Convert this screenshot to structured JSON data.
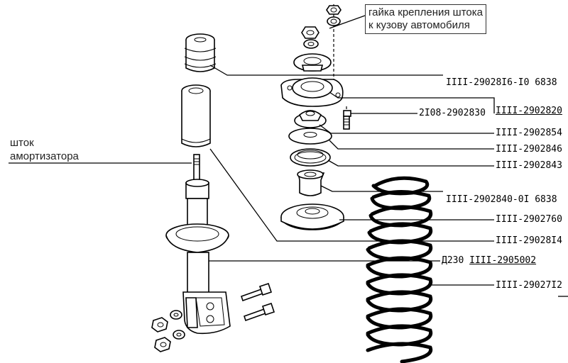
{
  "callouts": {
    "nut_label": "гайка крепления штока\nк кузову автомобиля",
    "rod_label": "шток\nамортизатора"
  },
  "part_numbers": [
    {
      "id": "boot-bumper",
      "text": "IIII-29028I6-I0 6838",
      "underlined": false,
      "prefix": ""
    },
    {
      "id": "bolt",
      "text": "2I08-2902830",
      "underlined": false,
      "prefix": ""
    },
    {
      "id": "top-mount-assembly",
      "text": "IIII-2902820",
      "underlined": true,
      "prefix": ""
    },
    {
      "id": "mount-cushion",
      "text": "IIII-2902854",
      "underlined": false,
      "prefix": ""
    },
    {
      "id": "washer",
      "text": "IIII-2902846",
      "underlined": false,
      "prefix": ""
    },
    {
      "id": "bearing",
      "text": "IIII-2902843",
      "underlined": false,
      "prefix": ""
    },
    {
      "id": "bump-stop",
      "text": "IIII-2902840-0I 6838",
      "underlined": false,
      "prefix": ""
    },
    {
      "id": "spring-seat",
      "text": "IIII-2902760",
      "underlined": false,
      "prefix": ""
    },
    {
      "id": "dust-cover",
      "text": "IIII-29028I4",
      "underlined": false,
      "prefix": ""
    },
    {
      "id": "strut",
      "text": "IIII-2905002",
      "underlined": true,
      "prefix": "Д230"
    },
    {
      "id": "coil-spring",
      "text": "IIII-29027I2",
      "underlined": false,
      "prefix": ""
    }
  ],
  "colors": {
    "ink": "#000000",
    "paper": "#ffffff"
  }
}
